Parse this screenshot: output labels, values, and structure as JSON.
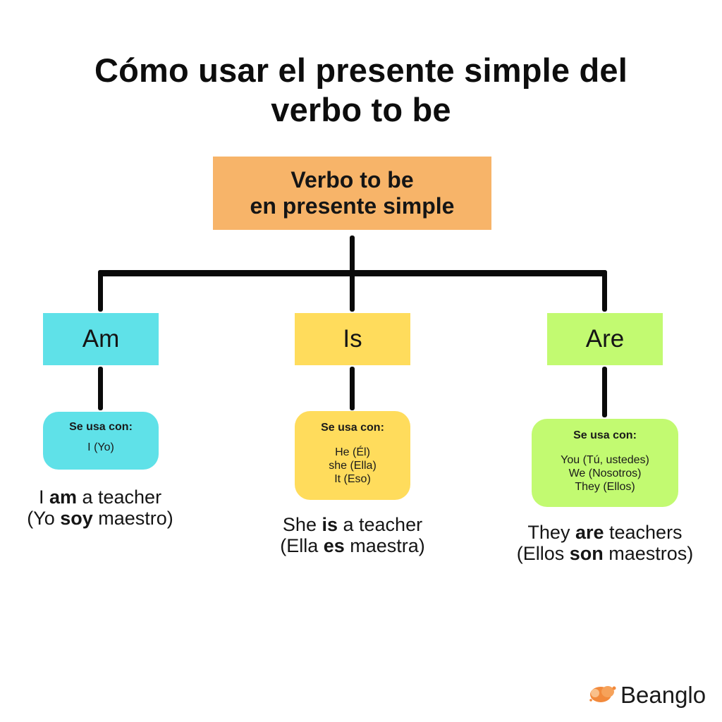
{
  "title": {
    "line1": "Cómo usar el presente simple del",
    "line2": "verbo to be"
  },
  "root": {
    "line1": "Verbo to be",
    "line2": "en presente simple",
    "color": "#f7b469"
  },
  "branches": [
    {
      "verb": "Am",
      "color": "#5fe1e8",
      "usage_heading": "Se usa con:",
      "pronouns": [
        "I (Yo)"
      ],
      "example_en": {
        "pre": "I ",
        "bold": "am",
        "post": " a teacher"
      },
      "example_es": {
        "pre": "(Yo ",
        "bold": "soy",
        "post": " maestro)"
      }
    },
    {
      "verb": "Is",
      "color": "#ffdc5c",
      "usage_heading": "Se usa con:",
      "pronouns": [
        "He (Él)",
        "she (Ella)",
        "It (Eso)"
      ],
      "example_en": {
        "pre": "She ",
        "bold": "is",
        "post": " a teacher"
      },
      "example_es": {
        "pre": "(Ella ",
        "bold": "es",
        "post": " maestra)"
      }
    },
    {
      "verb": "Are",
      "color": "#c2fa71",
      "usage_heading": "Se usa con:",
      "pronouns": [
        "You (Tú, ustedes)",
        "We (Nosotros)",
        "They (Ellos)"
      ],
      "example_en": {
        "pre": "They ",
        "bold": "are",
        "post": " teachers"
      },
      "example_es": {
        "pre": "(Ellos ",
        "bold": "son",
        "post": " maestros)"
      }
    }
  ],
  "brand": {
    "name": "Beanglo",
    "icon": "bean-logo-icon",
    "color": "#f28a3c"
  }
}
